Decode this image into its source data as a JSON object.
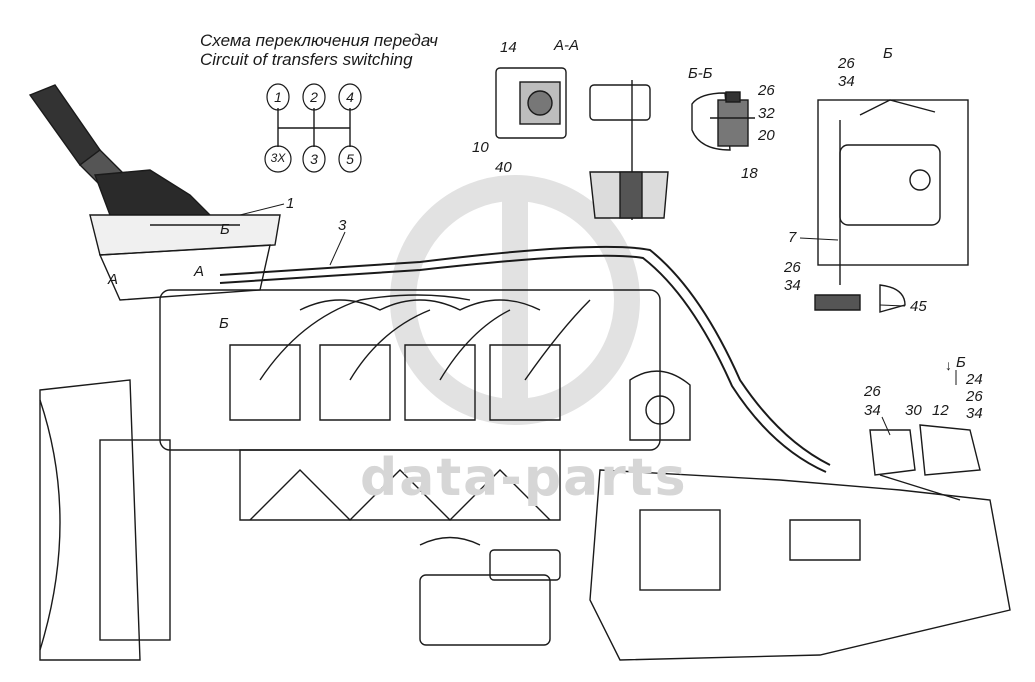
{
  "header": {
    "title_ru": "Схема переключения передач",
    "title_en": "Circuit of transfers switching"
  },
  "gear_diagram": {
    "top": [
      "1",
      "2",
      "4"
    ],
    "bottom": [
      "3X",
      "3",
      "5"
    ]
  },
  "sections": {
    "aa": "А-А",
    "bb": "Б-Б",
    "view_b": "Б"
  },
  "callouts": {
    "n1": "1",
    "n3": "3",
    "n7": "7",
    "n10": "10",
    "n12": "12",
    "n14": "14",
    "n18": "18",
    "n20": "20",
    "n24": "24",
    "n26_bb": "26",
    "n26_viewtop": "26",
    "n26_view": "26",
    "n26_lower": "26",
    "n26_right": "26",
    "n30": "30",
    "n32": "32",
    "n34_viewtop": "34",
    "n34_view": "34",
    "n34_lower": "34",
    "n34_right": "34",
    "n40": "40",
    "n45": "45",
    "marker_a1": "А",
    "marker_a2": "А",
    "marker_b1": "Б",
    "marker_b2": "Б",
    "arrow_b": "Б"
  },
  "watermark": "data-parts",
  "colors": {
    "line": "#1a1a1a",
    "watermark": "#d6d6d6"
  }
}
